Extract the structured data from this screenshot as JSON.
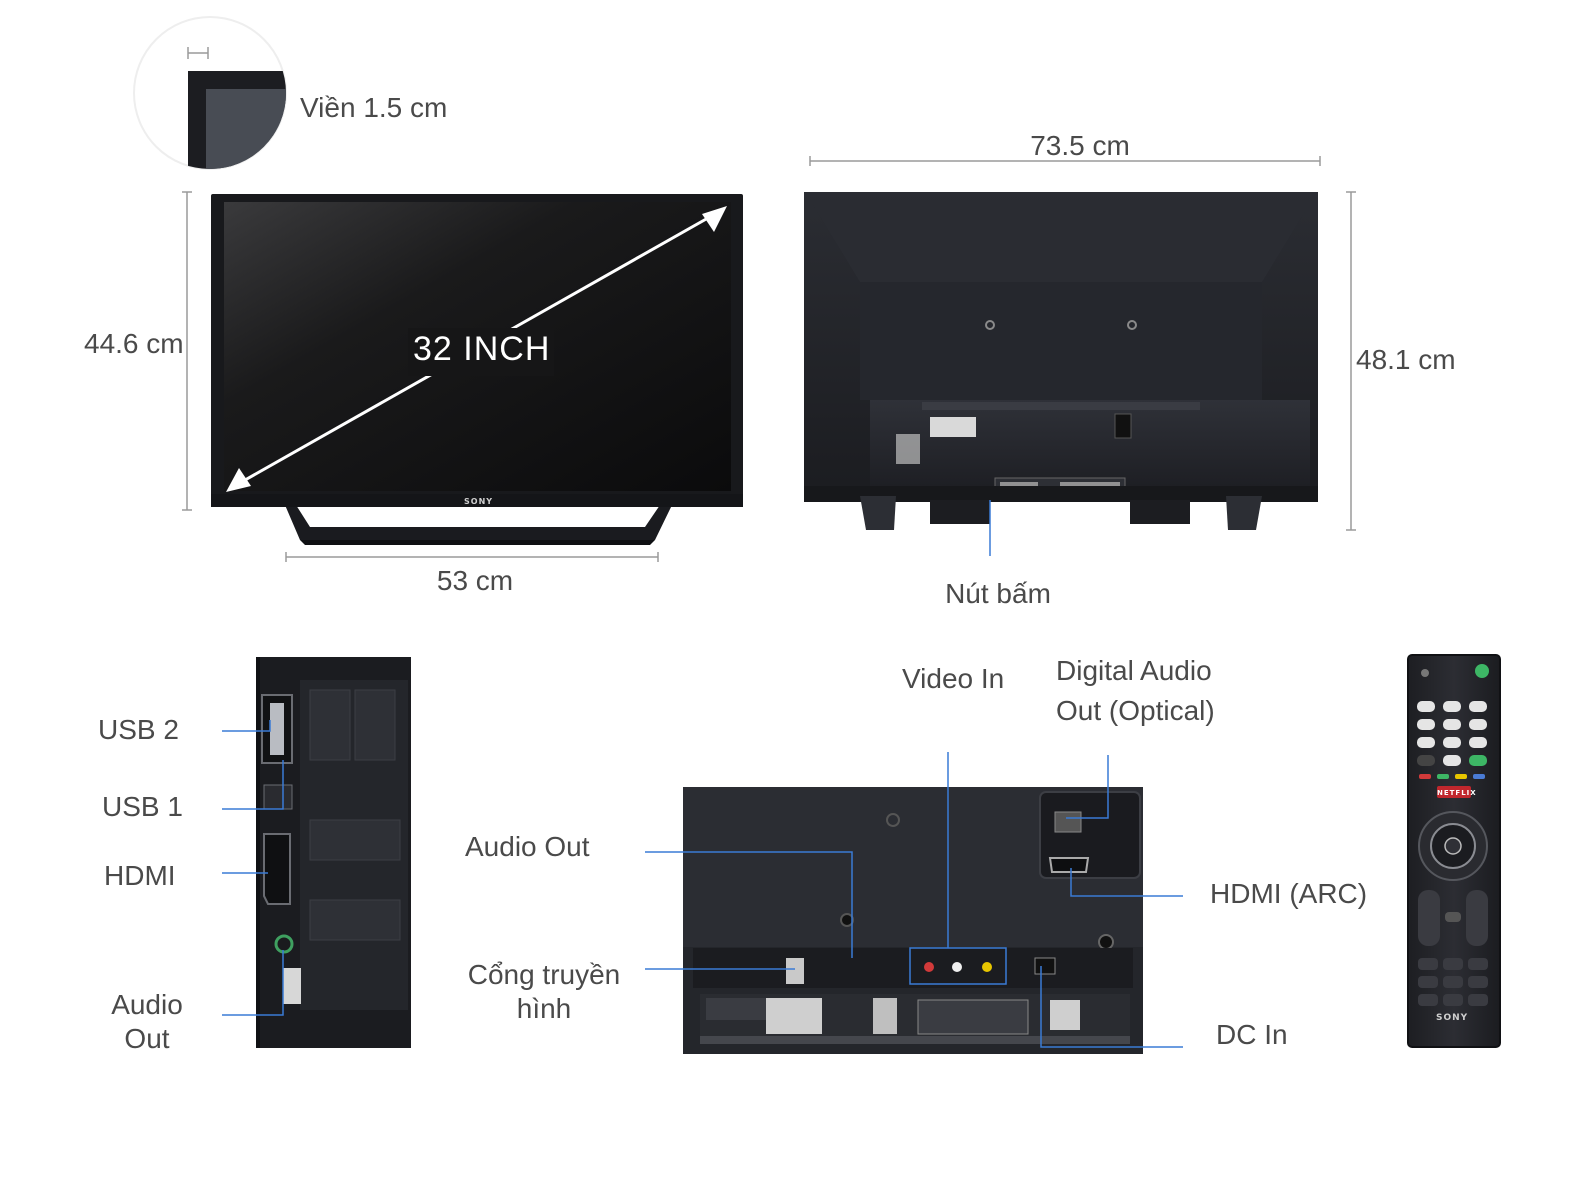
{
  "labels": {
    "bezel": "Viền 1.5 cm",
    "width_front": "53 cm",
    "height_front": "44.6 cm",
    "diagonal": "32 INCH",
    "width_back": "73.5 cm",
    "height_back": "48.1 cm",
    "buttons": "Nút bấm",
    "side_ports": {
      "usb2": "USB 2",
      "usb1": "USB 1",
      "hdmi": "HDMI",
      "audio_out": "Audio Out"
    },
    "back_ports": {
      "video_in": "Video In",
      "digital_audio_out": "Digital Audio Out (Optical)",
      "audio_out": "Audio Out",
      "antenna": "Cổng truyền hình",
      "hdmi_arc": "HDMI (ARC)",
      "dc_in": "DC In"
    }
  },
  "brand": "SONY",
  "remote": {
    "brand": "SONY",
    "netflix": "NETFLIX"
  },
  "colors": {
    "text": "#4a4a4a",
    "dimension_line": "#9a9a9a",
    "callout_line": "#3a7bd5",
    "tv_body": "#1b1c20"
  }
}
